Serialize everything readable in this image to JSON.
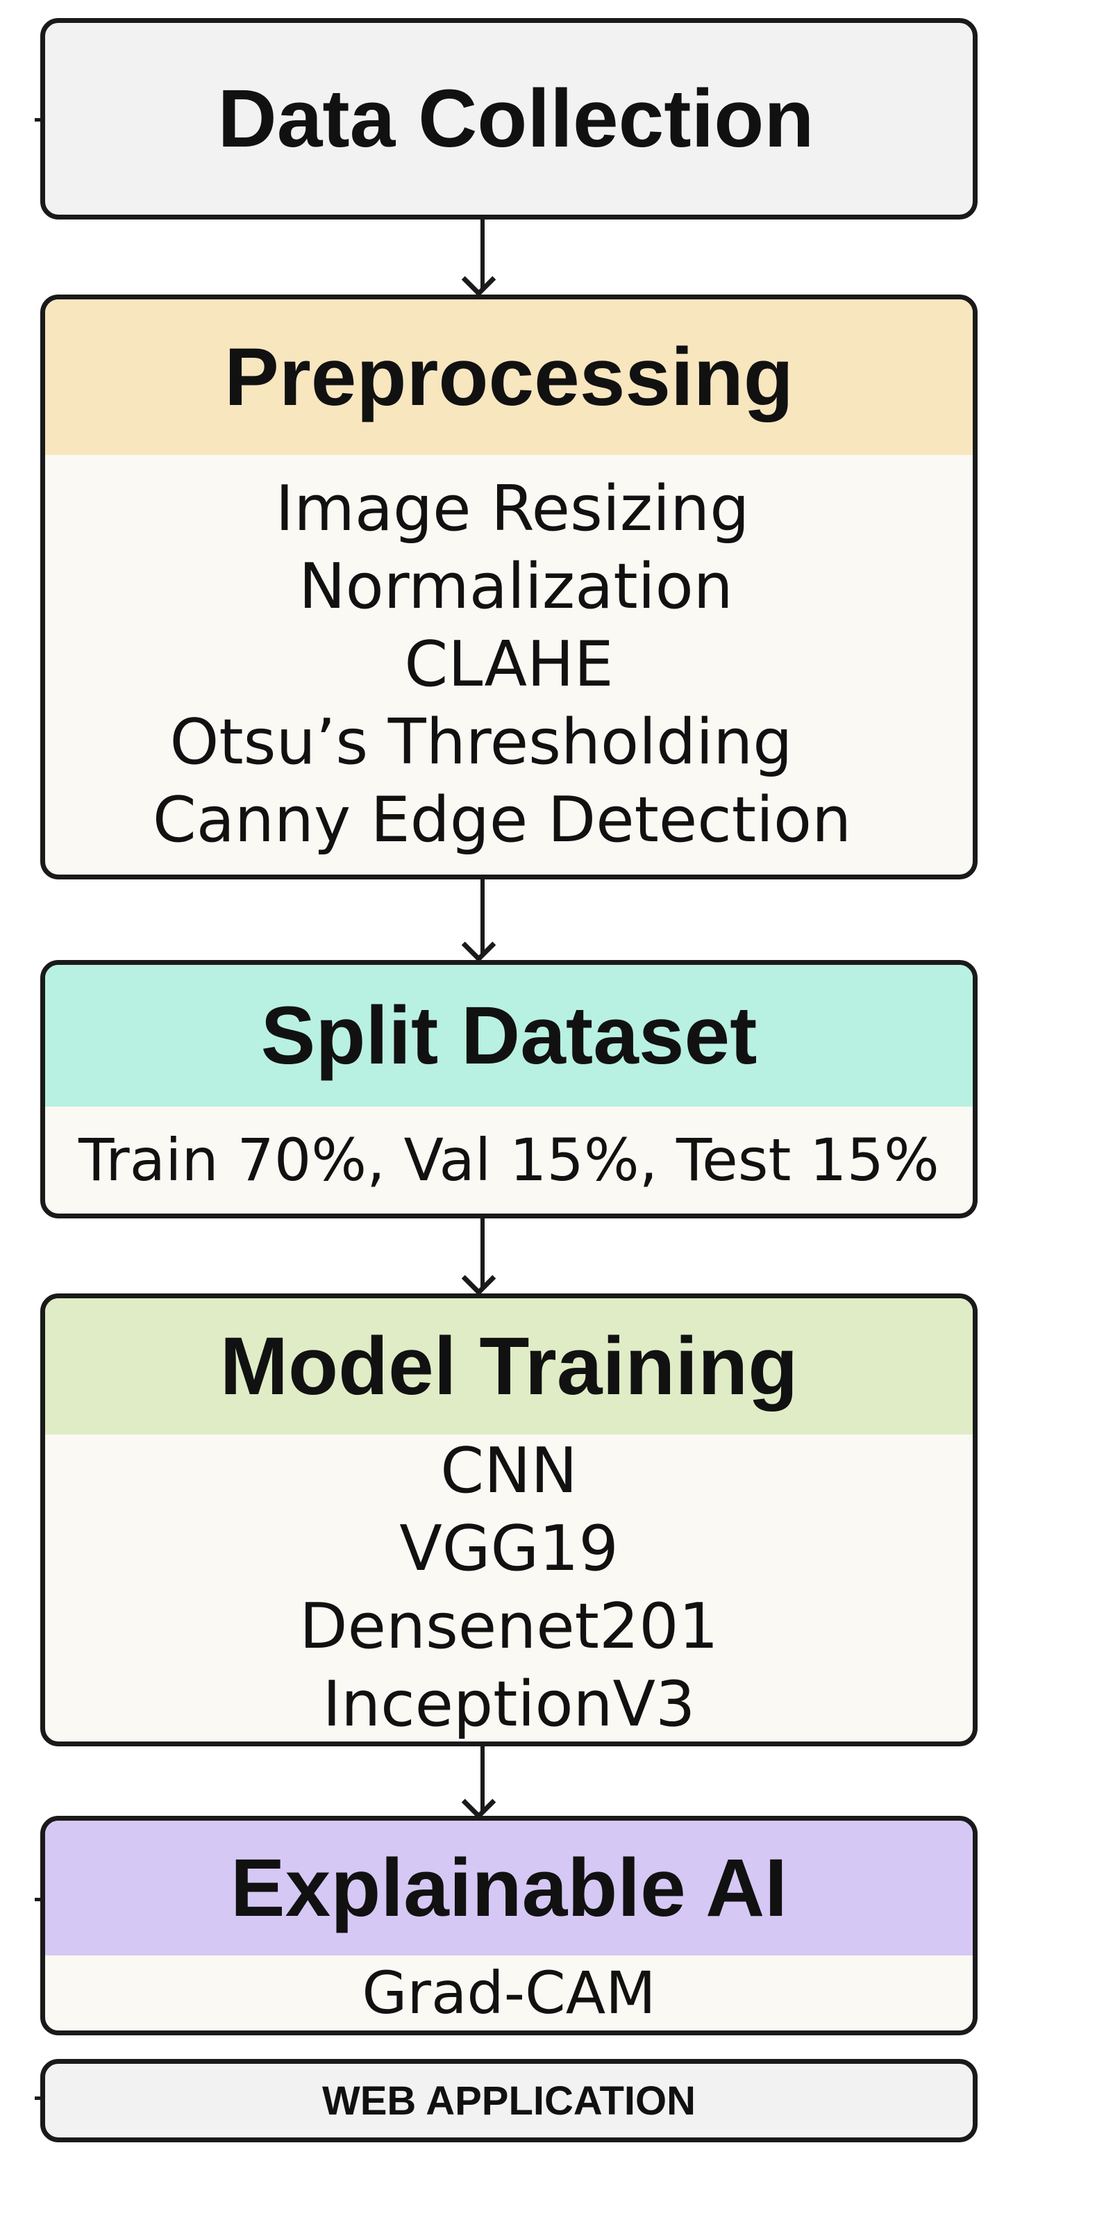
{
  "steps": {
    "data_collection": {
      "title": "Data Collection"
    },
    "preprocessing": {
      "title": "Preprocessing",
      "items": [
        "Image Resizing",
        "Normalization",
        "CLAHE",
        "Otsu’s Thresholding",
        "Canny Edge Detection"
      ]
    },
    "split_dataset": {
      "title": "Split Dataset",
      "detail": "Train 70%, Val 15%, Test 15%"
    },
    "model_training": {
      "title": "Model Training",
      "items": [
        "CNN",
        "VGG19",
        "Densenet201",
        "InceptionV3"
      ]
    },
    "explainable_ai": {
      "title": "Explainable AI",
      "detail": "Grad-CAM"
    },
    "web_application": {
      "title": "WEB APPLICATION"
    }
  },
  "colors": {
    "preprocessing_header": "#f8e6bf",
    "split_header": "#b8f1e1",
    "training_header": "#dfecc6",
    "xai_header": "#d6c8f4",
    "box_body": "#fbf9f3",
    "box_plain": "#f2f2f2",
    "border": "#1a1a1a"
  }
}
